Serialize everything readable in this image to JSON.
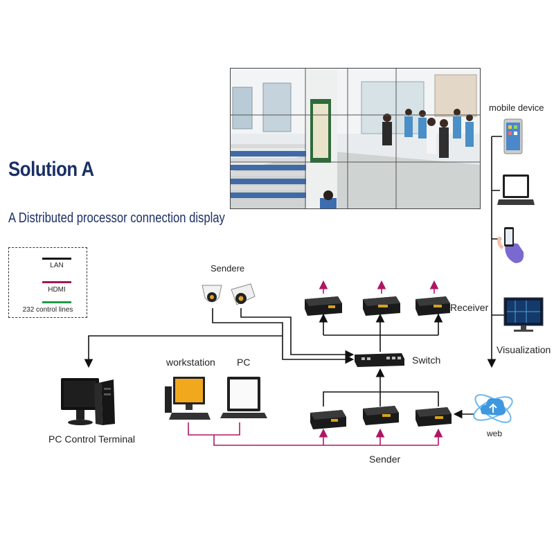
{
  "title": "Solution A",
  "subtitle": "A Distributed processor connection display",
  "legend": {
    "lan": "LAN",
    "hdmi": "HDMI",
    "control": "232 control lines"
  },
  "labels": {
    "sendere": "Sendere",
    "receiver": "Receiver",
    "switch": "Switch",
    "workstation": "workstation",
    "pc": "PC",
    "pc_control_terminal": "PC Control Terminal",
    "sender": "Sender",
    "web": "web",
    "mobile_device": "mobile device",
    "visualization": "Visualization"
  },
  "colors": {
    "title": "#1b2f66",
    "lan": "#111111",
    "hdmi": "#a0185a",
    "control": "#1f9a4a",
    "arrow_up": "#b01565"
  }
}
